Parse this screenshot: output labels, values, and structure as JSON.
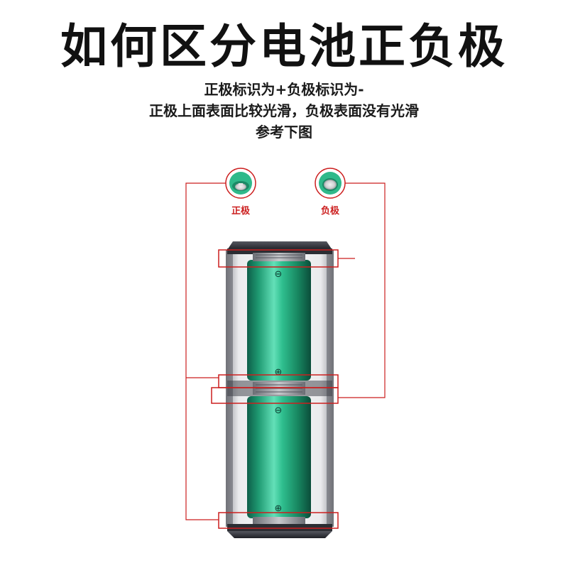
{
  "header": {
    "title": "如何区分电池正负极",
    "line1": "正极标识为+负极标识为-",
    "line2": "正极上面表面比较光滑，负极表面没有光滑",
    "line3": "参考下图"
  },
  "terminals": {
    "positive_label": "正极",
    "negative_label": "负极"
  },
  "battery_marks": {
    "top_battery_minus": "⊖",
    "top_battery_plus": "⊕",
    "bottom_battery_minus": "⊖",
    "bottom_battery_plus": "⊕"
  },
  "colors": {
    "accent_red": "#cc1f1f",
    "battery_green": "#2fb98a",
    "case_dark": "#2b2d33"
  }
}
